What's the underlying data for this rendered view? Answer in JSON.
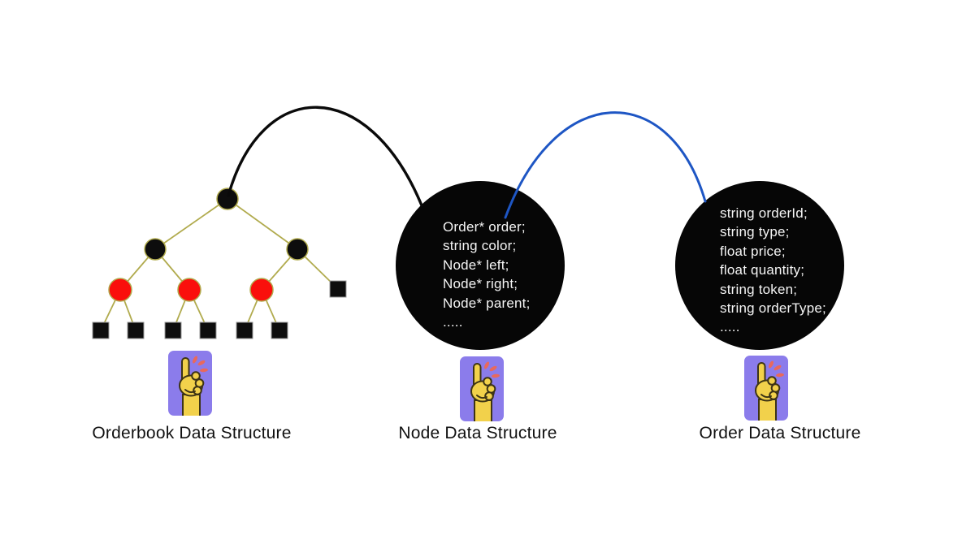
{
  "colors": {
    "background": "#ffffff",
    "tree-edge": "#b1ab4e",
    "tree-black-node": "#0d0d0d",
    "tree-red-node": "#fa0f0c",
    "circle-fill": "#060606",
    "circle-text": "#f5f5f5",
    "arrow-black": "#0a0a0a",
    "arrow-blue": "#1e56c4",
    "icon-bg": "#8b7ceb",
    "icon-hand": "#f2d14b",
    "icon-outline": "#3d3415",
    "icon-snap": "#e8695c",
    "label-text": "#111111"
  },
  "icons": {
    "pointer": "pointing-up-finger"
  },
  "sections": {
    "orderbook": {
      "label": "Orderbook Data Structure",
      "tree": {
        "black_circle_nodes": 3,
        "red_circle_nodes": 3,
        "black_square_leaves": 7
      }
    },
    "node": {
      "label": "Node Data Structure",
      "code_lines": [
        "Order* order;",
        "string color;",
        "Node* left;",
        "Node* right;",
        "Node* parent;",
        "....."
      ]
    },
    "order": {
      "label": "Order Data Structure",
      "code_lines": [
        "string orderId;",
        "string type;",
        "float price;",
        "float quantity;",
        "string token;",
        "string orderType;",
        "....."
      ]
    }
  },
  "connections": [
    {
      "from": "orderbook-tree",
      "to": "node-circle",
      "color": "#0a0a0a"
    },
    {
      "from": "node-circle",
      "to": "order-circle",
      "color": "#1e56c4"
    }
  ]
}
